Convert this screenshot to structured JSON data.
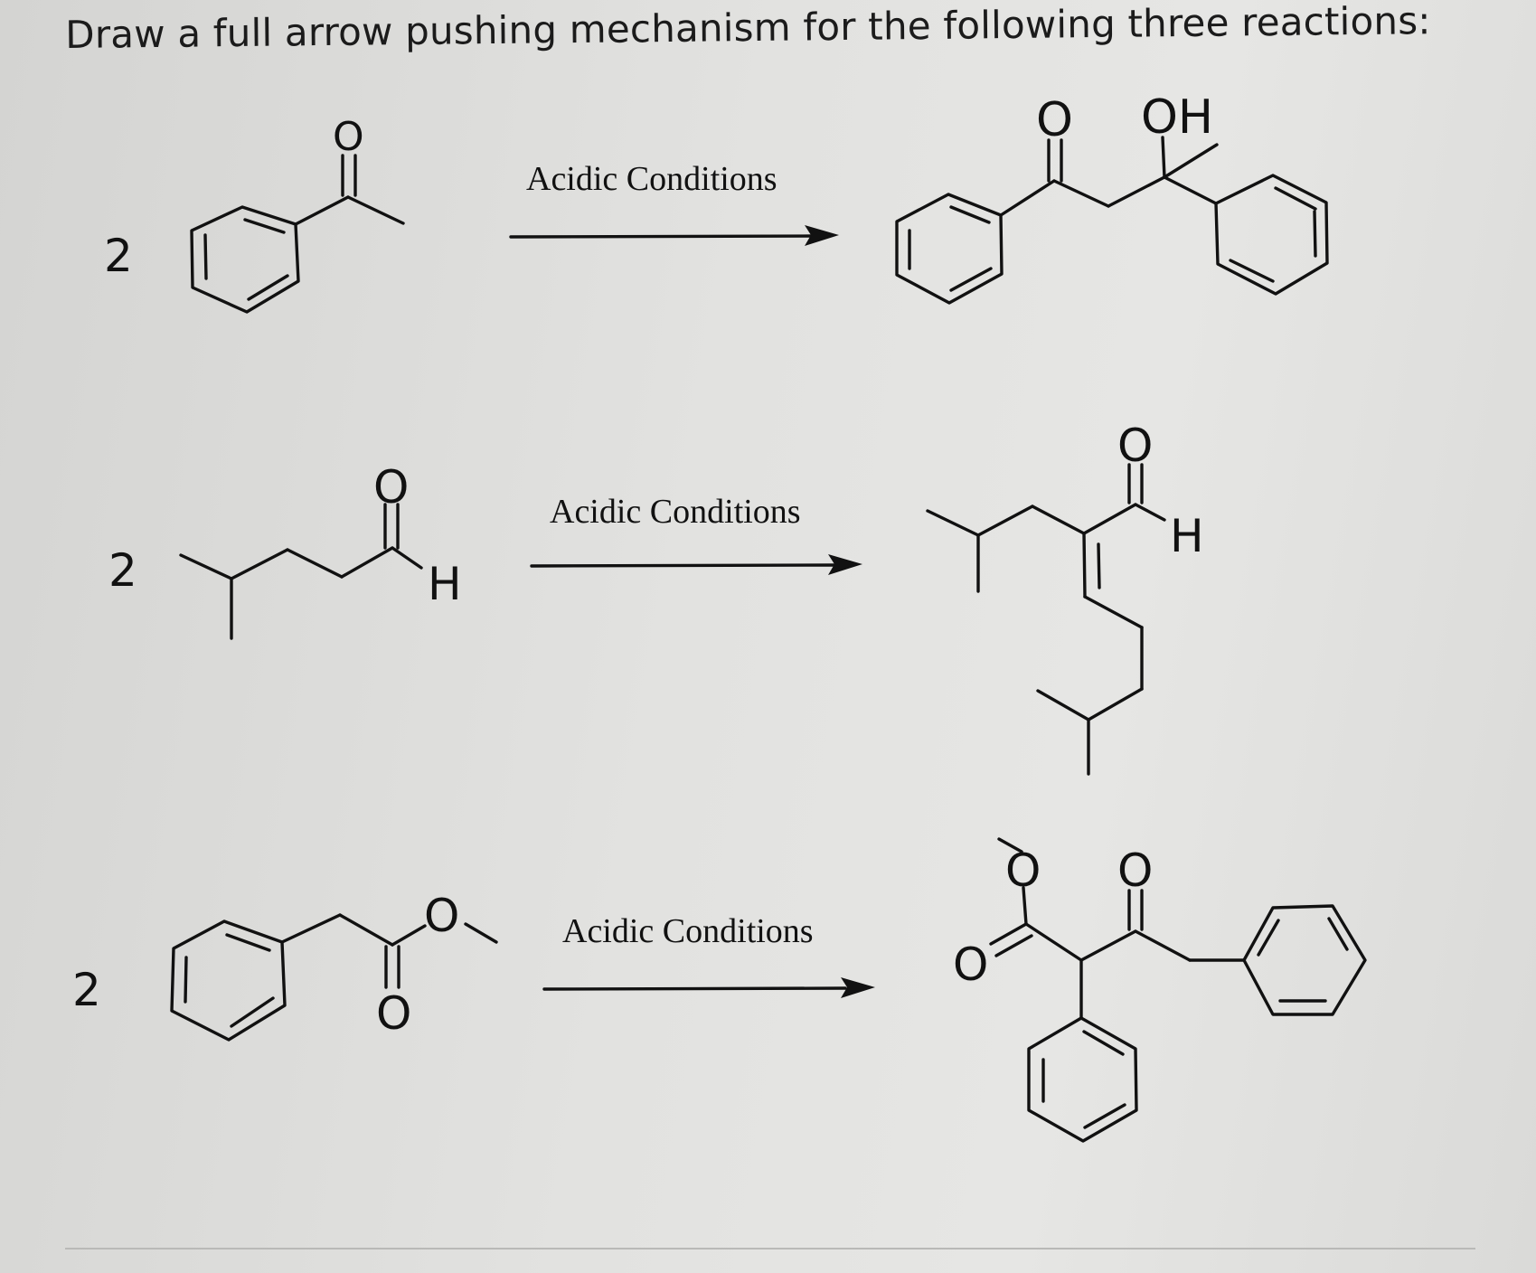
{
  "prompt": "Draw a full arrow pushing mechanism for the following three reactions:",
  "reactions": [
    {
      "coefficient": "2",
      "conditions": "Acidic Conditions",
      "reactant_labels": {
        "carbonyl_o": "O"
      },
      "product_labels": {
        "ketone_o": "O",
        "hydroxyl": "OH"
      }
    },
    {
      "coefficient": "2",
      "conditions": "Acidic Conditions",
      "reactant_labels": {
        "carbonyl_o": "O",
        "aldehyde_h": "H"
      },
      "product_labels": {
        "carbonyl_o": "O",
        "aldehyde_h": "H"
      }
    },
    {
      "coefficient": "2",
      "conditions": "Acidic Conditions",
      "reactant_labels": {
        "ester_o": "O",
        "carbonyl_o": "O"
      },
      "product_labels": {
        "methoxy_o": "O",
        "ester_carbonyl_o": "O",
        "ketone_o": "O"
      }
    }
  ]
}
